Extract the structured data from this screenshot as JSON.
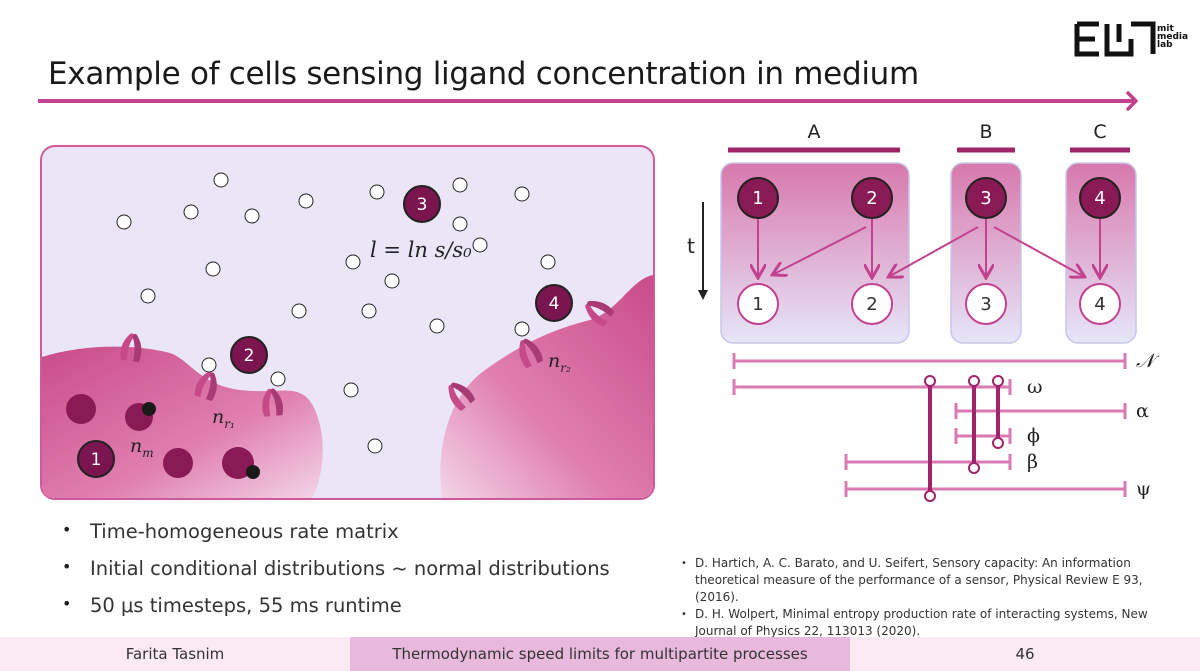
{
  "slide": {
    "title": "Example of cells sensing ligand concentration in medium",
    "logo_text": "mit media lab"
  },
  "scene": {
    "numbered_molecules": [
      "1",
      "2",
      "3",
      "4"
    ],
    "formula": "l = ln s/s₀",
    "labels": {
      "n_m": "n",
      "n_m_sub": "m",
      "n_r1": "n",
      "n_r1_sub": "r₁",
      "n_r2": "n",
      "n_r2_sub": "r₂"
    }
  },
  "diagram": {
    "groups": [
      "A",
      "B",
      "C"
    ],
    "time_label": "t",
    "top_nodes": [
      "1",
      "2",
      "3",
      "4"
    ],
    "bottom_nodes": [
      "1",
      "2",
      "3",
      "4"
    ],
    "hierarchy_labels": [
      "𝒩",
      "ω",
      "α",
      "ϕ",
      "β",
      "ψ"
    ]
  },
  "bullets": [
    "Time-homogeneous rate matrix",
    "Initial conditional distributions ~ normal distributions",
    "50 μs timesteps, 55 ms runtime"
  ],
  "references": [
    "D. Hartich, A. C. Barato, and U. Seifert, Sensory capacity: An information theoretical measure of the performance of a sensor, Physical Review E 93, (2016).",
    "D. H. Wolpert, Minimal entropy production rate of interacting systems, New Journal of Physics 22, 113013 (2020)."
  ],
  "footer": {
    "author": "Farita Tasnim",
    "talk_title": "Thermodynamic speed limits for multipartite processes",
    "page_number": "46"
  },
  "colors": {
    "accent": "#c2428f",
    "dark_molecule": "#7a1550",
    "cell_fill": "#d9669e",
    "medium_bg": "#ebe6f7"
  }
}
